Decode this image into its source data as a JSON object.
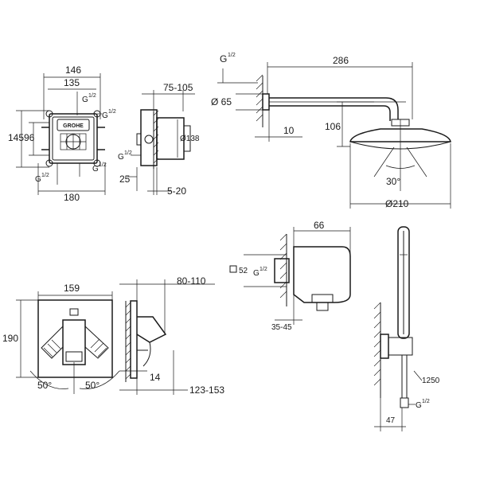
{
  "concealed_box": {
    "top_width": "146",
    "inner_width": "135",
    "height_outer": "145",
    "height_inner": "96",
    "thread_top": "G",
    "thread_top_frac": "1/2",
    "thread_right": "G",
    "thread_right_frac": "1/2",
    "thread_bottom_left": "G",
    "thread_bottom_left_frac": "1/2",
    "thread_bottom_right": "G",
    "thread_bottom_right_frac": "1/2",
    "bottom_width": "180",
    "logo_text": "GROHE"
  },
  "concealed_side": {
    "depth_range": "75-105",
    "diameter": "Ø138",
    "thread": "G",
    "thread_frac": "1/2",
    "offset": "25",
    "bottom_range": "5-20"
  },
  "shower_arm": {
    "thread": "G",
    "thread_frac": "1/2",
    "length": "286",
    "flange_diameter": "Ø 65",
    "wall_offset": "10",
    "drop": "106",
    "angle": "30°",
    "head_diameter": "Ø210"
  },
  "wall_outlet": {
    "width": "66",
    "square": "52",
    "thread": "G",
    "thread_frac": "1/2",
    "depth_range": "35-45"
  },
  "hand_shower": {
    "hose_length": "1250",
    "thread": "G",
    "thread_frac": "1/2",
    "offset": "47"
  },
  "trim_front": {
    "width": "159",
    "height": "190",
    "angle_left": "50°",
    "angle_right": "50°"
  },
  "trim_side": {
    "depth_range": "80-110",
    "thickness": "14",
    "bottom_range": "123-153"
  }
}
